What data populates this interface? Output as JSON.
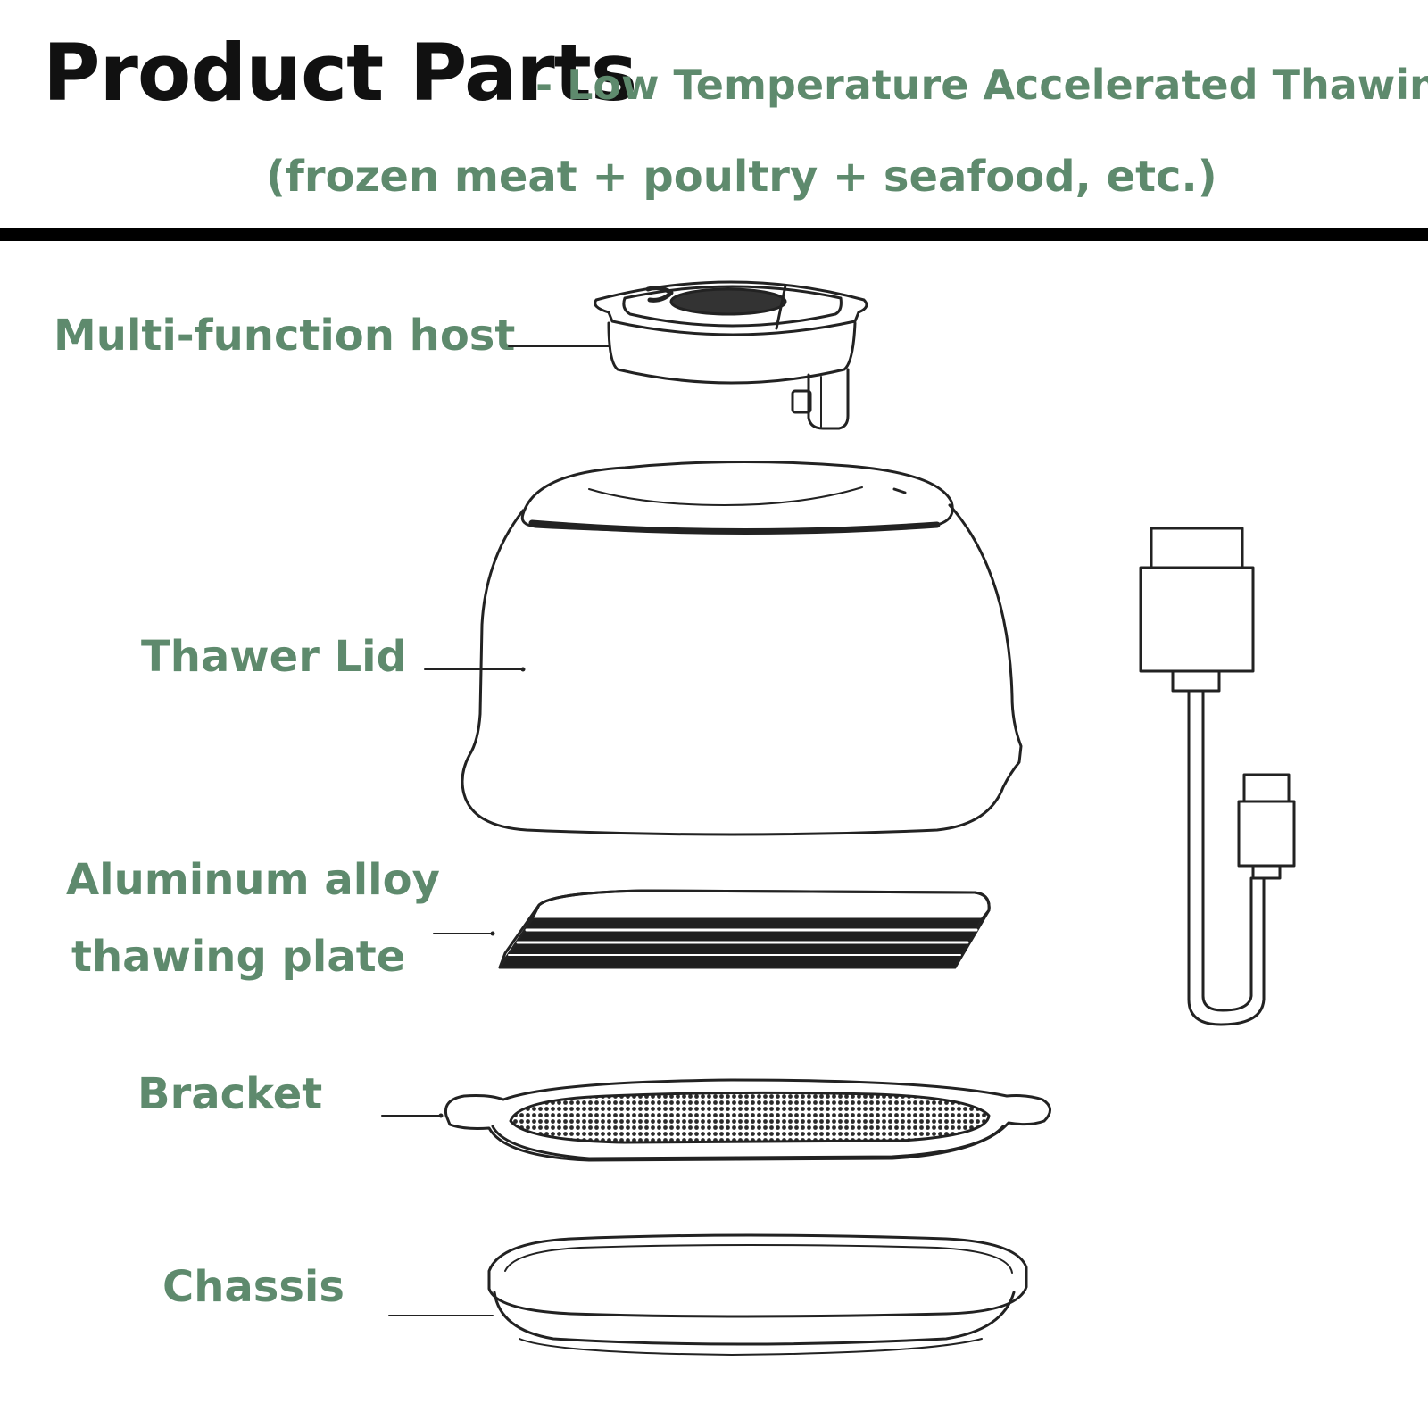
{
  "header": {
    "title": "Product Parts",
    "title_suffix": "- Low Temperature Accelerated Thawing",
    "subtitle": "(frozen meat + poultry + seafood, etc.)"
  },
  "parts": [
    {
      "name": "multi-function-host",
      "label": "Multi-function host"
    },
    {
      "name": "thawer-lid",
      "label": "Thawer Lid"
    },
    {
      "name": "plate",
      "label_line1": "Aluminum alloy",
      "label_line2": "thawing plate"
    },
    {
      "name": "bracket",
      "label": "Bracket"
    },
    {
      "name": "chassis",
      "label": "Chassis"
    }
  ],
  "colors": {
    "accent": "#5e8a6d",
    "title": "#111111",
    "line": "#222222"
  }
}
